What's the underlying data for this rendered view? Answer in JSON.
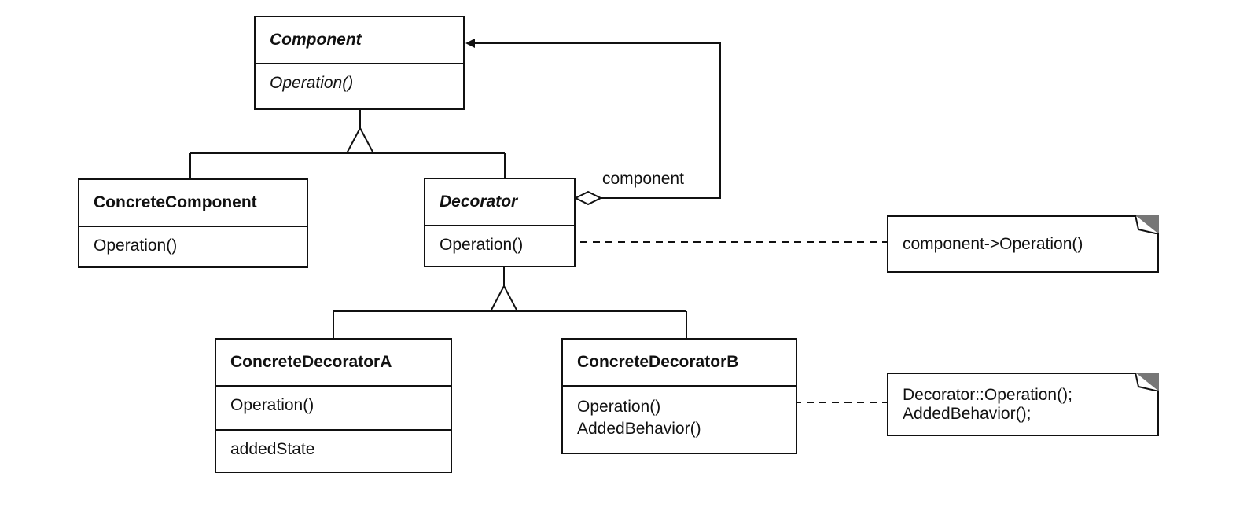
{
  "classes": {
    "component": {
      "name": "Component",
      "operations": [
        "Operation()"
      ]
    },
    "concrete_component": {
      "name": "ConcreteComponent",
      "operations": [
        "Operation()"
      ]
    },
    "decorator": {
      "name": "Decorator",
      "operations": [
        "Operation()"
      ]
    },
    "concrete_decorator_a": {
      "name": "ConcreteDecoratorA",
      "operations": [
        "Operation()"
      ],
      "attributes": [
        "addedState"
      ]
    },
    "concrete_decorator_b": {
      "name": "ConcreteDecoratorB",
      "operations": [
        "Operation()",
        "AddedBehavior()"
      ]
    }
  },
  "associations": {
    "component_role": "component"
  },
  "notes": {
    "decorator_note": [
      "component->Operation()"
    ],
    "concrete_decorator_b_note": [
      "Decorator::Operation();",
      "AddedBehavior();"
    ]
  }
}
